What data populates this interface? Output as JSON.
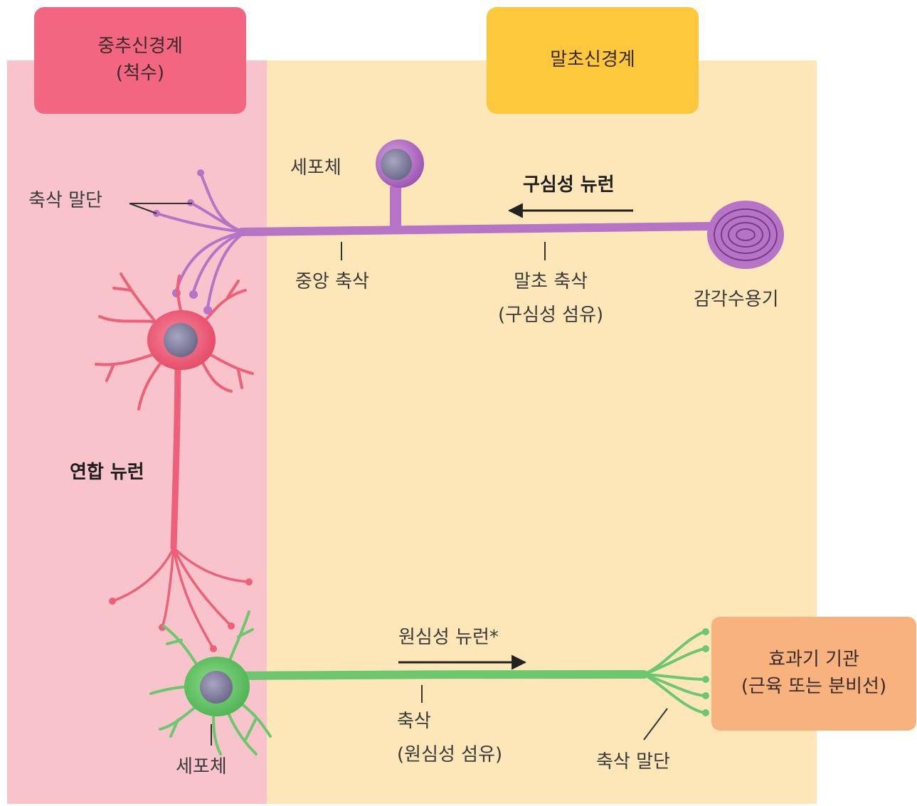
{
  "regions": {
    "cns": {
      "title": "중추신경계",
      "subtitle": "(척수)",
      "color": "#f36681",
      "bg": "#f8c3cb"
    },
    "pns": {
      "title": "말초신경계",
      "color": "#fdc83b",
      "bg": "#fde6b8"
    }
  },
  "labels": {
    "axon_terminals_top": "축삭 말단",
    "cell_body_afferent": "세포체",
    "afferent_neuron": "구심성 뉴런",
    "central_axon": "중앙 축삭",
    "peripheral_axon": "말초 축삭",
    "peripheral_axon_sub": "(구심성 섬유)",
    "sensory_receptor": "감각수용기",
    "interneuron": "연합 뉴런",
    "efferent_neuron": "원심성 뉴런*",
    "axon": "축삭",
    "axon_sub": "(원심성 섬유)",
    "axon_terminals_bottom": "축삭 말단",
    "cell_body_efferent": "세포체"
  },
  "effector": {
    "title": "효과기 기관",
    "subtitle": "(근육 또는 분비선)",
    "color": "#f8b27d"
  },
  "colors": {
    "afferent": "#b574c6",
    "interneuron": "#ee5f79",
    "efferent": "#6cc76e",
    "nucleus": "#8d88a8"
  }
}
